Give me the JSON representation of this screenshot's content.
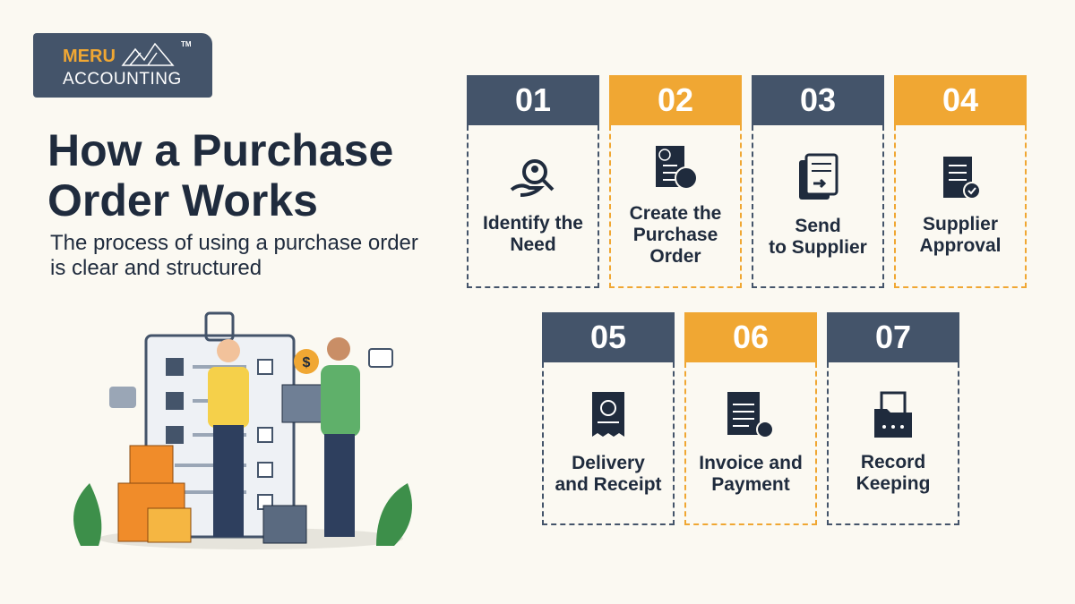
{
  "logo": {
    "brand": "MERU",
    "sub": "ACCOUNTING",
    "tm": "TM"
  },
  "header": {
    "title_line1": "How a Purchase",
    "title_line2": "Order Works",
    "subtitle": "The process of using a purchase order is clear and structured"
  },
  "steps": [
    {
      "number": "01",
      "label": "Identify the\nNeed",
      "icon": "hand-magnifier-person-icon",
      "color": "#44546a"
    },
    {
      "number": "02",
      "label": "Create the\nPurchase\nOrder",
      "icon": "document-cart-icon",
      "color": "#f0a733"
    },
    {
      "number": "03",
      "label": "Send\nto Supplier",
      "icon": "document-send-icon",
      "color": "#44546a"
    },
    {
      "number": "04",
      "label": "Supplier\nApproval",
      "icon": "document-approved-icon",
      "color": "#f0a733"
    },
    {
      "number": "05",
      "label": "Delivery\nand Receipt",
      "icon": "receipt-icon",
      "color": "#44546a"
    },
    {
      "number": "06",
      "label": "Invoice and\nPayment",
      "icon": "invoice-coins-icon",
      "color": "#f0a733"
    },
    {
      "number": "07",
      "label": "Record\nKeeping",
      "icon": "folder-records-icon",
      "color": "#44546a"
    }
  ]
}
